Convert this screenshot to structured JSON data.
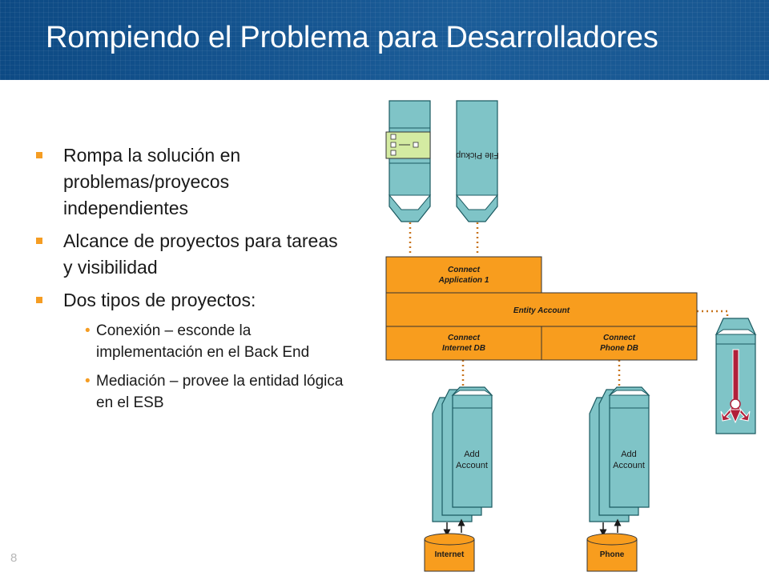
{
  "slide": {
    "title": "Rompiendo el Problema para Desarrolladores",
    "page_number": "8"
  },
  "bullets": [
    {
      "level": 1,
      "text": "Rompa la solución en problemas/proyecos independientes"
    },
    {
      "level": 1,
      "text": "Alcance de proyectos para tareas y visibilidad"
    },
    {
      "level": 1,
      "text": "Dos tipos de proyectos:"
    },
    {
      "level": 2,
      "text": "Conexión – esconde la implementación en el Back End"
    },
    {
      "level": 2,
      "text": "Mediación – provee la entidad lógica en el ESB"
    }
  ],
  "diagram": {
    "file_pickup_label": "File Pickup",
    "connect_app1": [
      "Connect",
      "Application 1"
    ],
    "entity_account": "Entity Account",
    "connect_internet": [
      "Connect",
      "Internet DB"
    ],
    "connect_phone": [
      "Connect",
      "Phone DB"
    ],
    "add_account_left": [
      "Add",
      "Account"
    ],
    "add_account_right": [
      "Add",
      "Account"
    ],
    "db_internet": "Internet",
    "db_phone": "Phone"
  },
  "colors": {
    "header_bg": "#11508a",
    "bullet_accent": "#f59d23",
    "box_orange": "#f89d1e",
    "box_teal": "#7fc4c7",
    "arrow_red": "#b1203a",
    "connector_dots": "#c8741d"
  }
}
